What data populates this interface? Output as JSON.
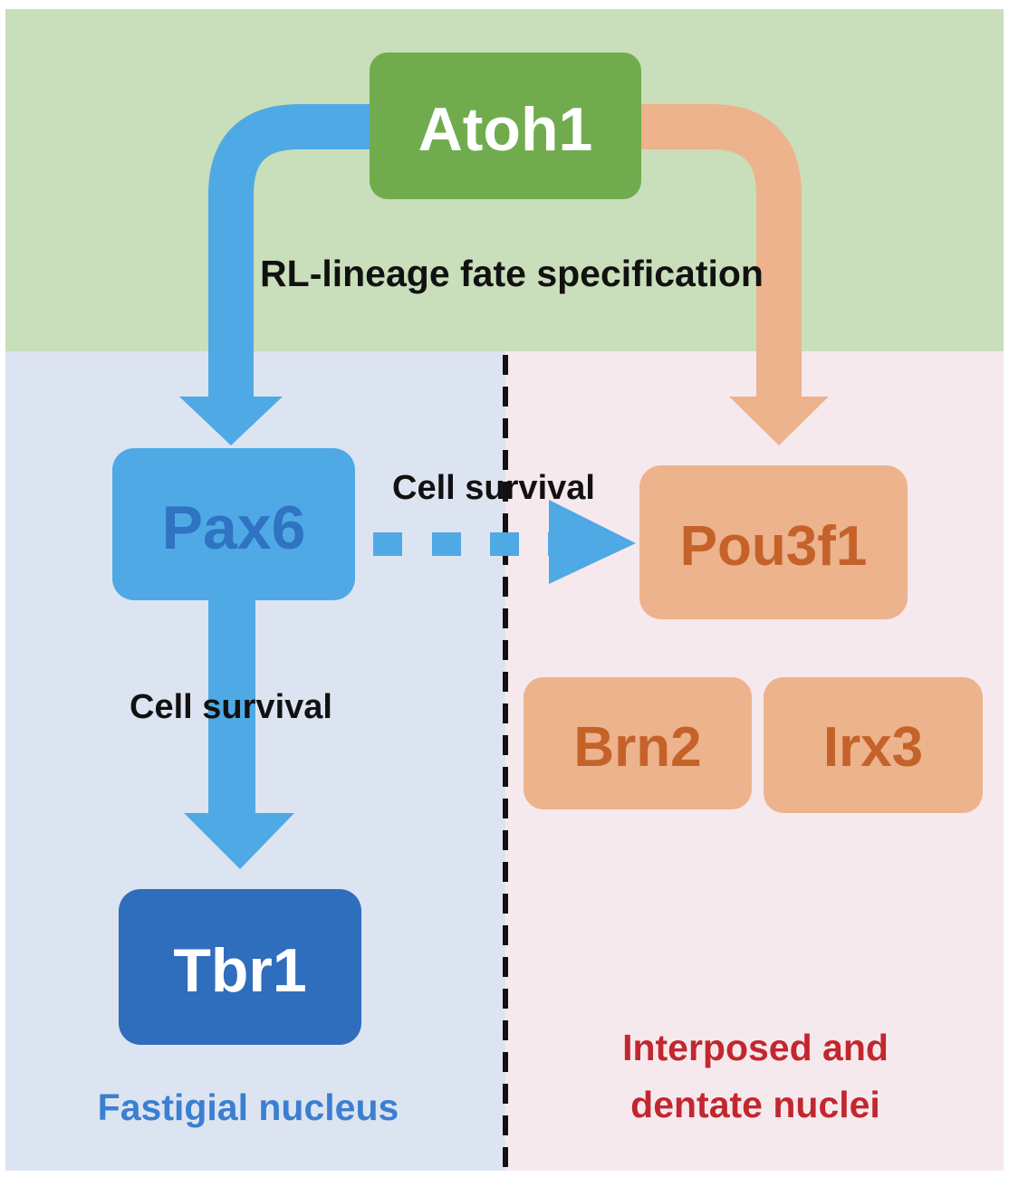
{
  "nodes": {
    "atoh1": "Atoh1",
    "pax6": "Pax6",
    "pou3f1": "Pou3f1",
    "brn2": "Brn2",
    "irx3": "Irx3",
    "tbr1": "Tbr1"
  },
  "edge_labels": {
    "fate": "RL-lineage fate specification",
    "survival_dashed": "Cell survival",
    "survival_down": "Cell survival"
  },
  "region_labels": {
    "fastigial": "Fastigial nucleus",
    "interposed_line1": "Interposed and",
    "interposed_line2": "dentate nuclei"
  },
  "colors": {
    "top_band": "#c9deba",
    "left_region": "#dde4f1",
    "right_region": "#f6e9ee",
    "atoh1_box": "#70ac4d",
    "blue_arrow": "#4fa9e5",
    "pax6_box": "#4fa9e5",
    "pax6_text": "#2e74c3",
    "orange_arrow": "#ecb38c",
    "orange_box": "#ecb38c",
    "orange_text": "#c5622a",
    "tbr1_box": "#2f6dbd",
    "fastigial_text": "#3b7fd0",
    "interposed_text": "#c2272d"
  }
}
